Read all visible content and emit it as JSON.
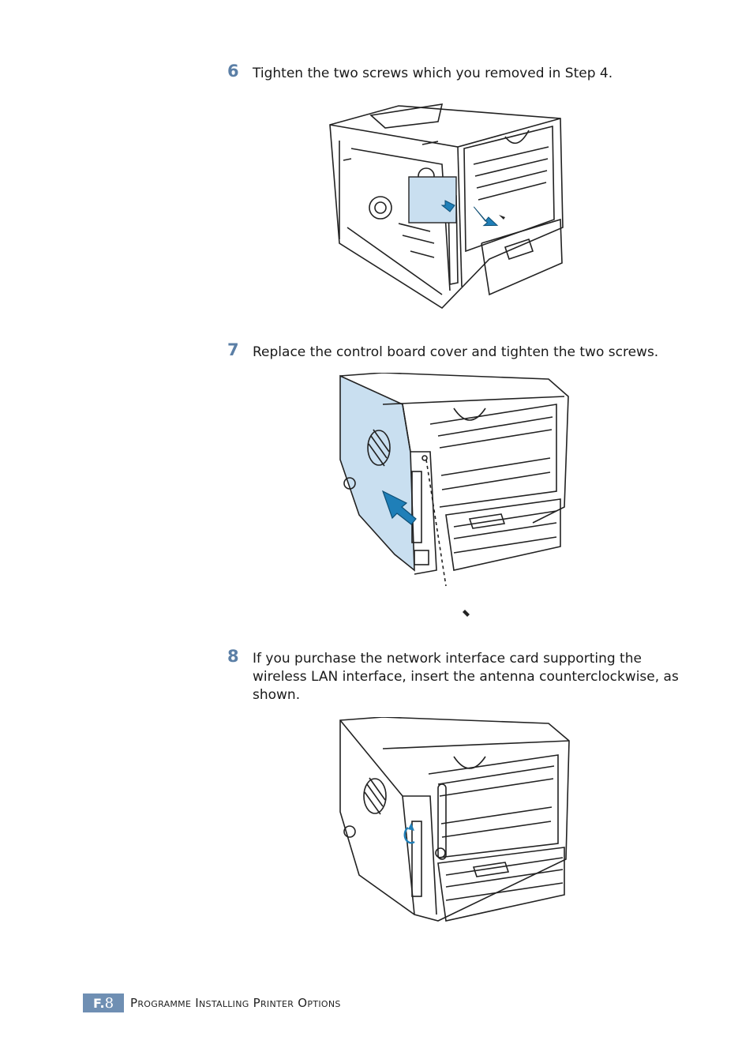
{
  "steps": [
    {
      "number": "6",
      "text": "Tighten the two screws which you removed in Step 4."
    },
    {
      "number": "7",
      "text": "Replace the control board cover and tighten the two screws."
    },
    {
      "number": "8",
      "text": "If you purchase the network interface card supporting the wireless LAN interface, insert the antenna counterclockwise, as shown."
    }
  ],
  "footer": {
    "badge_letter": "F.",
    "badge_page": "8",
    "title": "Programme Installing Printer Options"
  },
  "colors": {
    "accent": "#5b7fa6",
    "badge": "#6f8fb3",
    "arrow": "#1f7fb8",
    "board": "#c9dff0"
  }
}
